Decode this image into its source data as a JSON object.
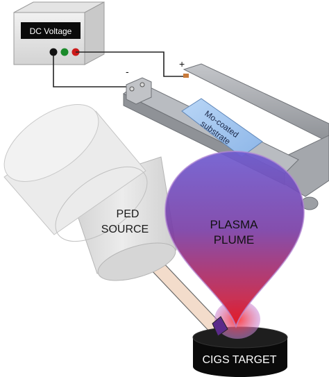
{
  "power_supply": {
    "display_text": "DC Voltage",
    "terminal_colors": {
      "left": "#111111",
      "middle": "#1a8a2a",
      "right": "#cc1a1a"
    }
  },
  "polarity": {
    "positive": "+",
    "negative": "-"
  },
  "substrate_label": {
    "line1": "Mo-coated",
    "line2": "substrate"
  },
  "source_label": {
    "line1": "PED",
    "line2": "SOURCE"
  },
  "plume_label": {
    "line1": "PLASMA",
    "line2": "PLUME"
  },
  "target_label": "CIGS TARGET",
  "colors": {
    "plume_top": "#6a52c8",
    "plume_bottom": "#e01a28",
    "target": "#0a0a0a",
    "source_body": "#e6e6e6",
    "holder_metal": "#a9acb1",
    "substrate": "#9fc4ef",
    "beam": "#f2dccb",
    "wire": "#222222"
  }
}
